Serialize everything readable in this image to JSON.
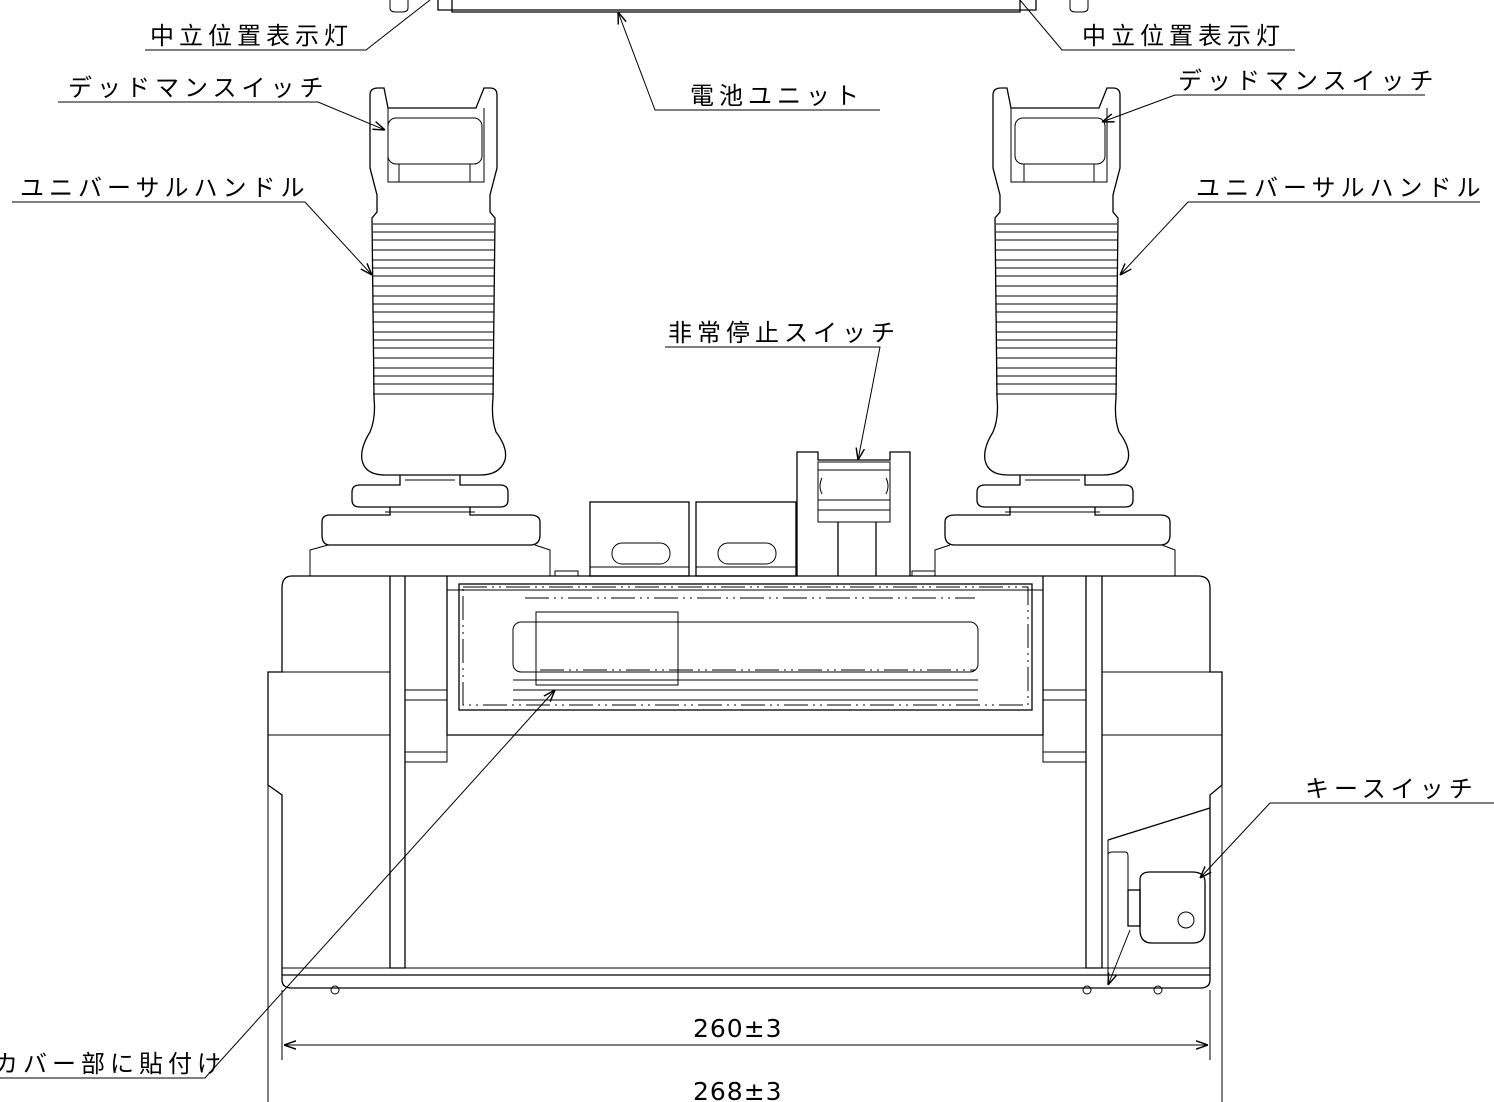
{
  "labels": {
    "neutral_lamp_left": "中立位置表示灯",
    "neutral_lamp_right": "中立位置表示灯",
    "battery_unit": "電池ユニット",
    "deadman_left": "デッドマンスイッチ",
    "deadman_right": "デッドマンスイッチ",
    "handle_left": "ユニバーサルハンドル",
    "handle_right": "ユニバーサルハンドル",
    "emergency_stop": "非常停止スイッチ",
    "key_switch": "キースイッチ",
    "cover_label": "カバー部に貼付け"
  },
  "dimensions": {
    "inner_width": "260±3",
    "outer_width": "268±3"
  }
}
